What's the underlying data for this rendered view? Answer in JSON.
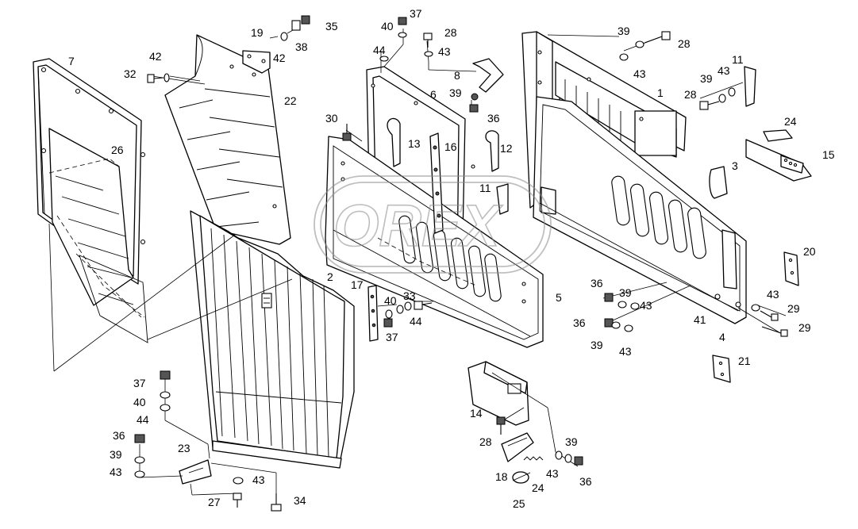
{
  "diagram": {
    "type": "exploded-parts-view",
    "watermark": "OREX",
    "callouts": [
      {
        "id": "c1",
        "label": "1"
      },
      {
        "id": "c2",
        "label": "2"
      },
      {
        "id": "c3",
        "label": "3"
      },
      {
        "id": "c4",
        "label": "4"
      },
      {
        "id": "c5",
        "label": "5"
      },
      {
        "id": "c6",
        "label": "6"
      },
      {
        "id": "c7",
        "label": "7"
      },
      {
        "id": "c8",
        "label": "8"
      },
      {
        "id": "c11a",
        "label": "11"
      },
      {
        "id": "c11b",
        "label": "11"
      },
      {
        "id": "c12",
        "label": "12"
      },
      {
        "id": "c13",
        "label": "13"
      },
      {
        "id": "c14",
        "label": "14"
      },
      {
        "id": "c15",
        "label": "15"
      },
      {
        "id": "c16",
        "label": "16"
      },
      {
        "id": "c17",
        "label": "17"
      },
      {
        "id": "c18",
        "label": "18"
      },
      {
        "id": "c19",
        "label": "19"
      },
      {
        "id": "c20",
        "label": "20"
      },
      {
        "id": "c21",
        "label": "21"
      },
      {
        "id": "c22",
        "label": "22"
      },
      {
        "id": "c23",
        "label": "23"
      },
      {
        "id": "c24a",
        "label": "24"
      },
      {
        "id": "c24b",
        "label": "24"
      },
      {
        "id": "c25",
        "label": "25"
      },
      {
        "id": "c26",
        "label": "26"
      },
      {
        "id": "c27",
        "label": "27"
      },
      {
        "id": "c28a",
        "label": "28"
      },
      {
        "id": "c28b",
        "label": "28"
      },
      {
        "id": "c28c",
        "label": "28"
      },
      {
        "id": "c28d",
        "label": "28"
      },
      {
        "id": "c29a",
        "label": "29"
      },
      {
        "id": "c29b",
        "label": "29"
      },
      {
        "id": "c30",
        "label": "30"
      },
      {
        "id": "c32",
        "label": "32"
      },
      {
        "id": "c33",
        "label": "33"
      },
      {
        "id": "c34",
        "label": "34"
      },
      {
        "id": "c35",
        "label": "35"
      },
      {
        "id": "c36a",
        "label": "36"
      },
      {
        "id": "c36b",
        "label": "36"
      },
      {
        "id": "c36c",
        "label": "36"
      },
      {
        "id": "c36d",
        "label": "36"
      },
      {
        "id": "c36e",
        "label": "36"
      },
      {
        "id": "c37a",
        "label": "37"
      },
      {
        "id": "c37b",
        "label": "37"
      },
      {
        "id": "c37c",
        "label": "37"
      },
      {
        "id": "c38",
        "label": "38"
      },
      {
        "id": "c39a",
        "label": "39"
      },
      {
        "id": "c39b",
        "label": "39"
      },
      {
        "id": "c39c",
        "label": "39"
      },
      {
        "id": "c39d",
        "label": "39"
      },
      {
        "id": "c39e",
        "label": "39"
      },
      {
        "id": "c39f",
        "label": "39"
      },
      {
        "id": "c39g",
        "label": "39"
      },
      {
        "id": "c40a",
        "label": "40"
      },
      {
        "id": "c40b",
        "label": "40"
      },
      {
        "id": "c40c",
        "label": "40"
      },
      {
        "id": "c41",
        "label": "41"
      },
      {
        "id": "c42a",
        "label": "42"
      },
      {
        "id": "c42b",
        "label": "42"
      },
      {
        "id": "c43a",
        "label": "43"
      },
      {
        "id": "c43b",
        "label": "43"
      },
      {
        "id": "c43c",
        "label": "43"
      },
      {
        "id": "c43d",
        "label": "43"
      },
      {
        "id": "c43e",
        "label": "43"
      },
      {
        "id": "c43f",
        "label": "43"
      },
      {
        "id": "c43g",
        "label": "43"
      },
      {
        "id": "c43h",
        "label": "43"
      },
      {
        "id": "c43i",
        "label": "43"
      },
      {
        "id": "c44a",
        "label": "44"
      },
      {
        "id": "c44b",
        "label": "44"
      },
      {
        "id": "c44c",
        "label": "44"
      }
    ]
  }
}
